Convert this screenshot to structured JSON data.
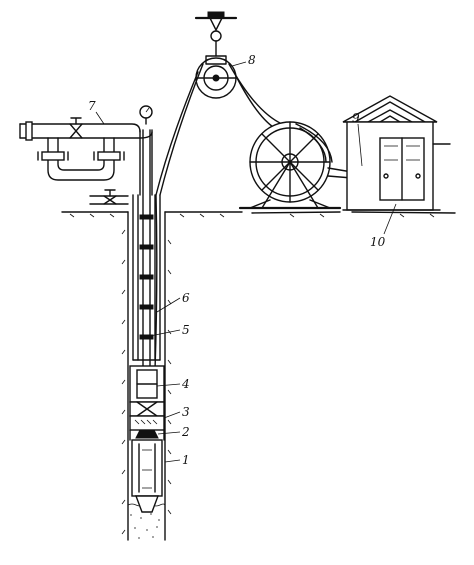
{
  "diagram": {
    "labels": [
      {
        "id": "1",
        "text": "1"
      },
      {
        "id": "2",
        "text": "2"
      },
      {
        "id": "3",
        "text": "3"
      },
      {
        "id": "4",
        "text": "4"
      },
      {
        "id": "5",
        "text": "5"
      },
      {
        "id": "6",
        "text": "6"
      },
      {
        "id": "7",
        "text": "7"
      },
      {
        "id": "8",
        "text": "8"
      },
      {
        "id": "9",
        "text": "9"
      },
      {
        "id": "10",
        "text": "10"
      }
    ]
  }
}
